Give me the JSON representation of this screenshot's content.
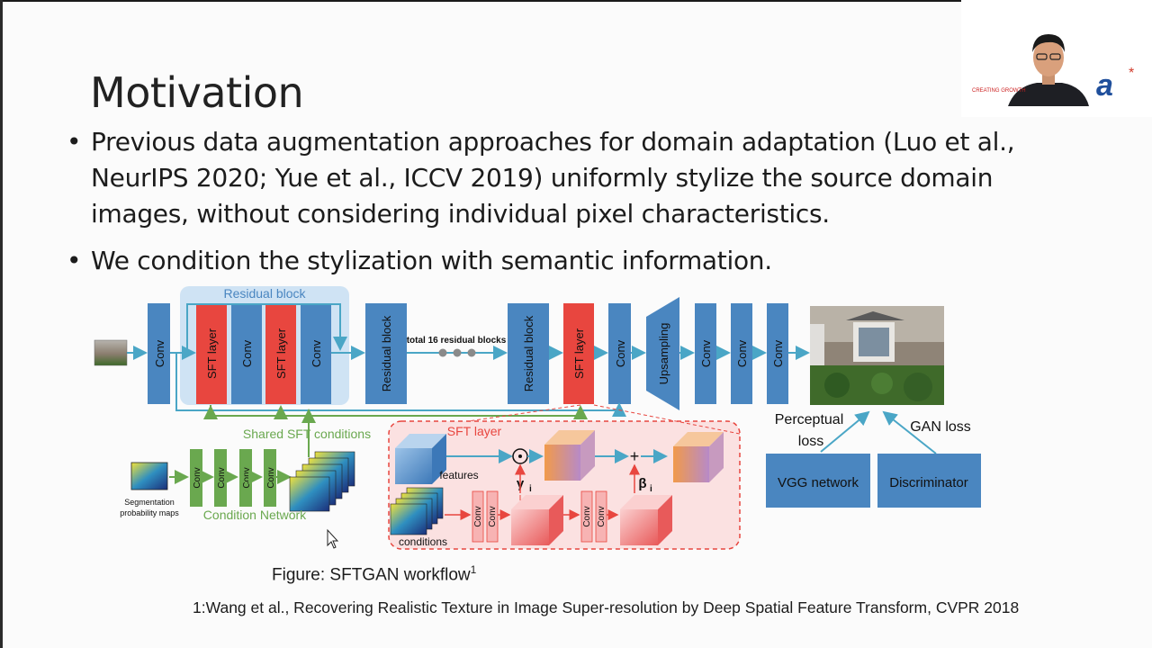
{
  "slide": {
    "title": "Motivation",
    "bullets": [
      "Previous data augmentation approaches for domain adaptation (Luo et al., NeurIPS 2020; Yue et al., ICCV 2019) uniformly stylize the source domain images, without considering individual pixel characteristics.",
      "We condition the stylization with semantic information."
    ],
    "bullet_symbol": "•",
    "figure_caption": "Figure: SFTGAN workflow",
    "figure_caption_sup": "1",
    "footnote": "1:Wang et al., Recovering Realistic Texture in Image Super-resolution by Deep Spatial Feature Transform, CVPR 2018"
  },
  "figure": {
    "residual_block_label": "Residual block",
    "conv": "Conv",
    "sft_layer": "SFT layer",
    "residual_block": "Residual block",
    "total_blocks": "total 16 residual blocks",
    "upsampling": "Upsampling",
    "shared_sft_conditions": "Shared SFT conditions",
    "condition_network": "Condition Network",
    "seg_maps_line1": "Segmentation",
    "seg_maps_line2": "probability maps",
    "sft_layer_box_title": "SFT layer",
    "features": "features",
    "conditions": "conditions",
    "gamma": "γ",
    "beta": "β",
    "subscript_i": "i",
    "odot": "⊙",
    "plus": "+",
    "perceptual_loss_line1": "Perceptual",
    "perceptual_loss_line2": "loss",
    "gan_loss": "GAN loss",
    "vgg_network": "VGG network",
    "discriminator": "Discriminator"
  },
  "logo": {
    "brand_mark": "a",
    "star": "*",
    "tagline": "CREATING GROWTH"
  },
  "colors": {
    "conv_blue": "#4a86c0",
    "sft_red": "#e8463f",
    "cond_green": "#6aa84f",
    "arrow_blue": "#4aa6c6",
    "loss_box": "#4a86c0",
    "sft_panel": "#fbe1e1",
    "residual_panel": "#cfe3f4"
  }
}
